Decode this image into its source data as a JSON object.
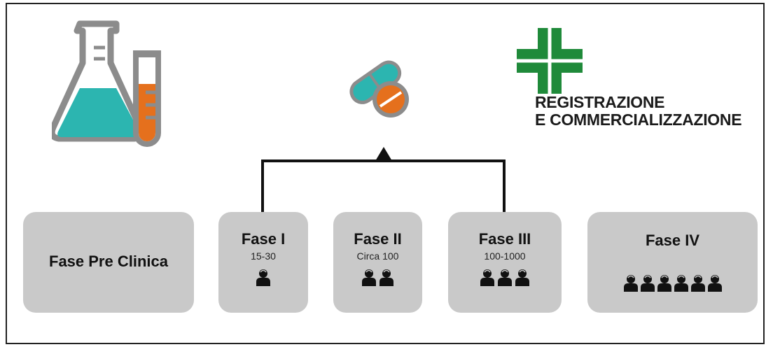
{
  "registration": {
    "line1": "REGISTRAZIONE",
    "line2": "E COMMERCIALIZZAZIONE"
  },
  "phases": [
    {
      "title": "Fase Pre Clinica",
      "subtitle": "",
      "participants_icons": 0
    },
    {
      "title": "Fase I",
      "subtitle": "15-30",
      "participants_icons": 1
    },
    {
      "title": "Fase II",
      "subtitle": "Circa 100",
      "participants_icons": 2
    },
    {
      "title": "Fase III",
      "subtitle": "100-1000",
      "participants_icons": 3
    },
    {
      "title": "Fase IV",
      "subtitle": "",
      "participants_icons": 6
    }
  ],
  "icons": {
    "lab": "laboratory-flask-icon",
    "pills": "pills-icon",
    "cross": "green-cross-logo",
    "person": "person-icon"
  },
  "colors": {
    "teal": "#2cb5b0",
    "orange": "#e5701d",
    "green": "#1f8a3a",
    "box": "#c9c9c9",
    "outline": "#8c8c8c"
  }
}
